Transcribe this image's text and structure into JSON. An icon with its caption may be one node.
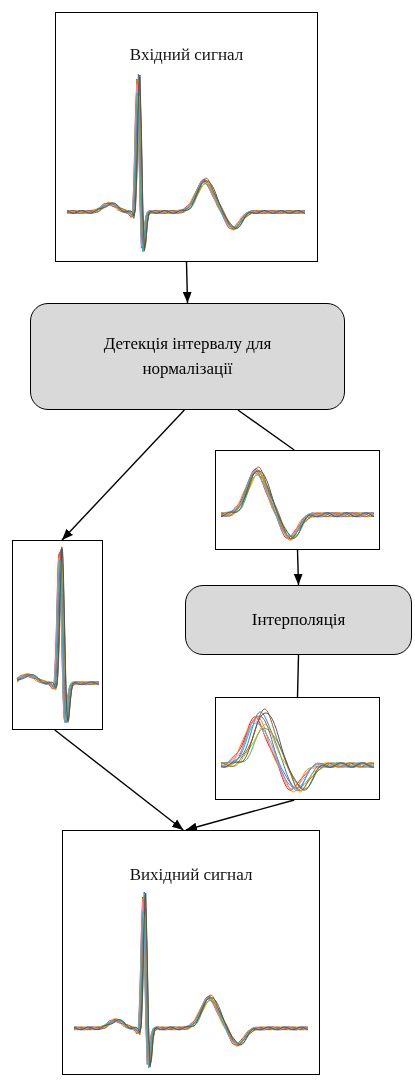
{
  "diagram": {
    "nodes": [
      {
        "text": [
          "Вхідний сигнал"
        ]
      },
      {
        "text": [
          "Детекція інтервалу для нормалізації"
        ]
      },
      {
        "text": [],
        "shape": "picture"
      },
      {
        "text": [],
        "shape": "picture"
      },
      {
        "text": [
          "Інтерполяція"
        ]
      },
      {
        "text": [],
        "shape": "picture"
      },
      {
        "text": [
          "Вихідний сигнал"
        ]
      }
    ],
    "edges": [
      {
        "from": 0,
        "to": 1,
        "arrow": "to"
      },
      {
        "from": 1,
        "to": 2,
        "arrow": "none"
      },
      {
        "from": 1,
        "to": 3,
        "arrow": "to"
      },
      {
        "from": 2,
        "to": 4,
        "arrow": "to"
      },
      {
        "from": 4,
        "to": 5,
        "arrow": "none"
      },
      {
        "from": 3,
        "to": 6,
        "arrow": "to"
      },
      {
        "from": 5,
        "to": 6,
        "arrow": "to"
      }
    ]
  }
}
